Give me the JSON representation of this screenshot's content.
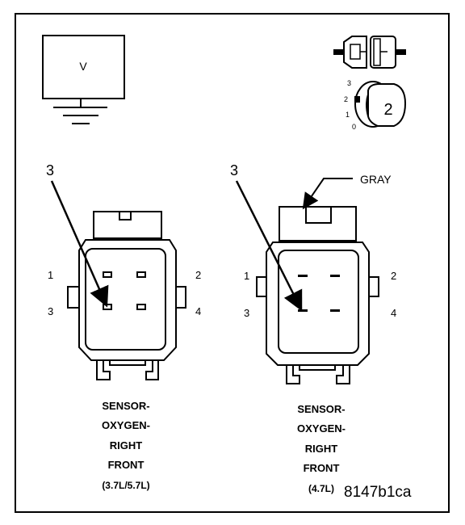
{
  "meter": {
    "label": "V"
  },
  "ignition_key": {
    "positions": [
      "3",
      "2",
      "1",
      "0"
    ],
    "key_number": "2"
  },
  "left_connector": {
    "pointer_pin": "3",
    "pins": [
      "1",
      "2",
      "3",
      "4"
    ],
    "caption": [
      "SENSOR-",
      "OXYGEN-",
      "RIGHT",
      "FRONT",
      "(3.7L/5.7L)"
    ]
  },
  "right_connector": {
    "pointer_pin": "3",
    "color_label": "GRAY",
    "pins": [
      "1",
      "2",
      "3",
      "4"
    ],
    "caption": [
      "SENSOR-",
      "OXYGEN-",
      "RIGHT",
      "FRONT",
      "(4.7L)"
    ]
  },
  "figure_id": "8147b1ca"
}
